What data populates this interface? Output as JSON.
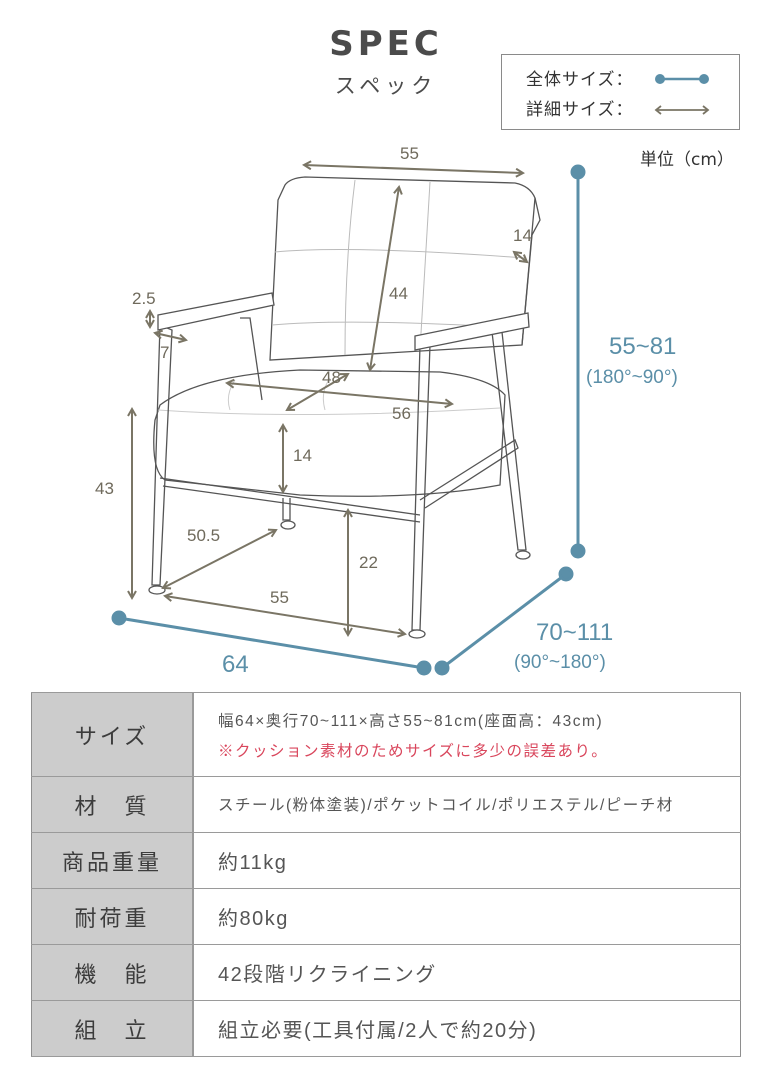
{
  "header": {
    "title": "SPEC",
    "subtitle": "スペック"
  },
  "legend": {
    "overall_label": "全体サイズ：",
    "detail_label": "詳細サイズ：",
    "overall_icon": "dot-line-icon",
    "detail_icon": "double-arrow-icon"
  },
  "unit_label": "単位（cm）",
  "colors": {
    "overall_dimension": "#5b8fa8",
    "detail_dimension": "#7a7565",
    "table_key_bg": "#cccccc",
    "note_red": "#d9465c",
    "chair_outline": "#555555"
  },
  "dimensions": {
    "backrest_width": "55",
    "backrest_depth": "14",
    "backrest_height": "44",
    "armrest_thickness": "2.5",
    "armrest_width": "7",
    "seat_depth": "48",
    "seat_width": "56",
    "seat_cushion_thickness": "14",
    "seat_height": "43",
    "leg_depth": "50.5",
    "leg_width": "55",
    "under_clearance": "22",
    "overall_width": "64",
    "overall_depth": "70~111",
    "overall_depth_angle": "(90°~180°)",
    "overall_height": "55~81",
    "overall_height_angle": "(180°~90°)"
  },
  "spec_table": {
    "rows": [
      {
        "key": "サイズ",
        "value": "幅64×奥行70~111×高さ55~81cm(座面高：43cm)",
        "note": "※クッション素材のためサイズに多少の誤差あり。"
      },
      {
        "key": "材　質",
        "value": "スチール(粉体塗装)/ポケットコイル/ポリエステル/ピーチ材"
      },
      {
        "key": "商品重量",
        "value": "約11kg"
      },
      {
        "key": "耐荷重",
        "value": "約80kg"
      },
      {
        "key": "機　能",
        "value": "42段階リクライニング"
      },
      {
        "key": "組　立",
        "value": "組立必要(工具付属/2人で約20分)"
      }
    ]
  }
}
